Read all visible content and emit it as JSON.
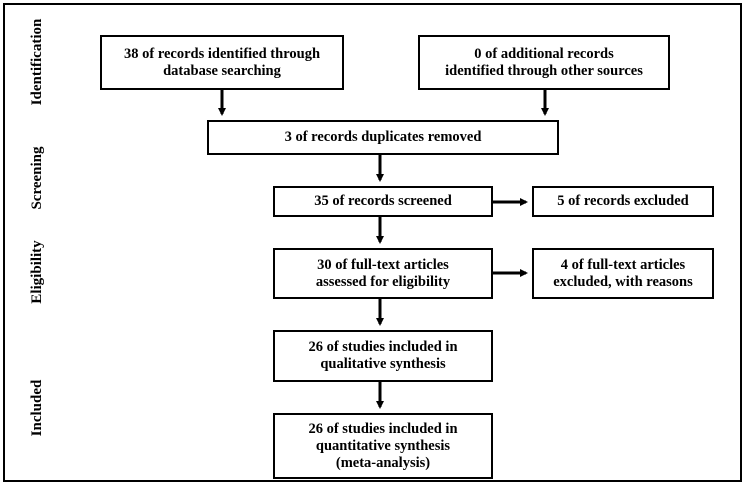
{
  "stages": {
    "identification": "Identification",
    "screening": "Screening",
    "eligibility": "Eligibility",
    "included": "Included"
  },
  "boxes": {
    "database_search": "38 of records identified through\ndatabase searching",
    "other_sources": "0 of additional records\nidentified through other sources",
    "duplicates_removed": "3 of records duplicates removed",
    "screened": "35 of records screened",
    "excluded": "5 of records excluded",
    "fulltext_assessed": "30 of full-text articles\nassessed for eligibility",
    "fulltext_excluded": "4 of full-text articles\nexcluded, with reasons",
    "qualitative": "26 of studies included in\nqualitative synthesis",
    "quantitative": "26 of studies included in\nquantitative synthesis\n(meta-analysis)"
  },
  "colors": {
    "line": "#000000",
    "background": "#ffffff"
  }
}
